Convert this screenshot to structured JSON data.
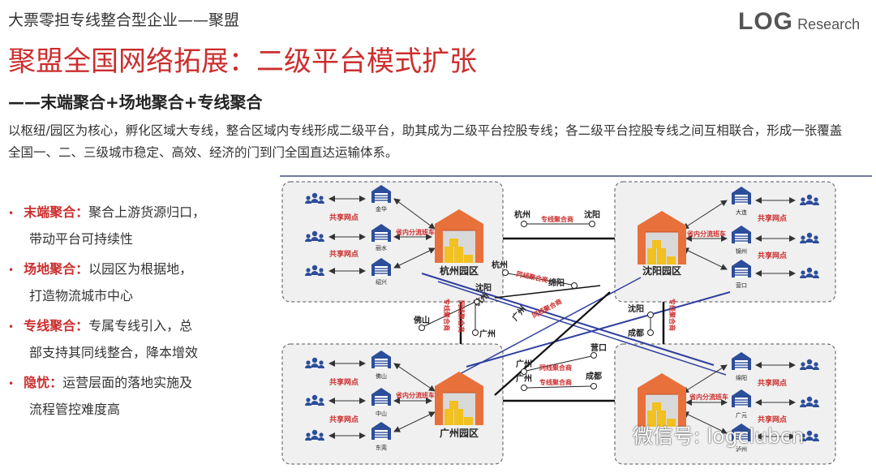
{
  "header": {
    "top_title": "大票零担专线整合型企业——聚盟",
    "logo_big": "LOG",
    "logo_small": "Research",
    "main_title": "聚盟全国网络拓展：二级平台模式扩张",
    "subtitle": "——末端聚合+场地聚合+专线聚合",
    "intro": "以枢纽/园区为核心，孵化区域大专线，整合区域内专线形成二级平台，助其成为二级平台控股专线；各二级平台控股专线之间互相联合，形成一张覆盖全国一、二、三级城市稳定、高效、经济的门到门全国直达运输体系。"
  },
  "bullets": [
    {
      "head": "末端聚合：",
      "text": "聚合上游货源归口，",
      "cont": "带动平台可持续性"
    },
    {
      "head": "场地聚合：",
      "text": "以园区为根据地，",
      "cont": "打造物流城市中心"
    },
    {
      "head": "专线聚合：",
      "text": "专属专线引入，总",
      "cont": "部支持其同线整合，降本增效"
    },
    {
      "head": "隐忧：",
      "text": "运营层面的落地实施及",
      "cont": "流程管控难度高"
    }
  ],
  "colors": {
    "accent": "#cc2e2e",
    "hub_orange": "#e8703a",
    "box_yellow": "#f2c020",
    "icon_blue": "#2c4d9a",
    "cross_blue": "#2f3f9e"
  },
  "diagram": {
    "shared_label": "共享网点",
    "hub_bus_label": "省内分流班车",
    "line_label": "专线聚合商",
    "same_line_label": "同线聚合商",
    "parks": {
      "hangzhou": {
        "name": "杭州园区",
        "warehouses": [
          "金华",
          "丽水",
          "绍兴"
        ]
      },
      "shenyang": {
        "name": "沈阳园区",
        "warehouses": [
          "大连",
          "锦州",
          "营口"
        ]
      },
      "guangzhou": {
        "name": "广州园区",
        "warehouses": [
          "佛山",
          "中山",
          "东莞"
        ]
      },
      "chengdu": {
        "name": "",
        "warehouses": [
          "绵阳",
          "广元",
          "泸州"
        ]
      }
    },
    "routes": {
      "hz_sy": [
        "杭州",
        "沈阳"
      ],
      "gz_cd": [
        "广州",
        "成都"
      ],
      "cross_top": [
        "杭州",
        "绵阳"
      ],
      "cross_mid": [
        "广州",
        "营口"
      ],
      "left_a": [
        "佛山",
        "杭州"
      ],
      "left_b": [
        "沈阳",
        "广州"
      ],
      "right": [
        "沈阳",
        "成都"
      ]
    }
  },
  "watermark": "微信号: logclubcn"
}
